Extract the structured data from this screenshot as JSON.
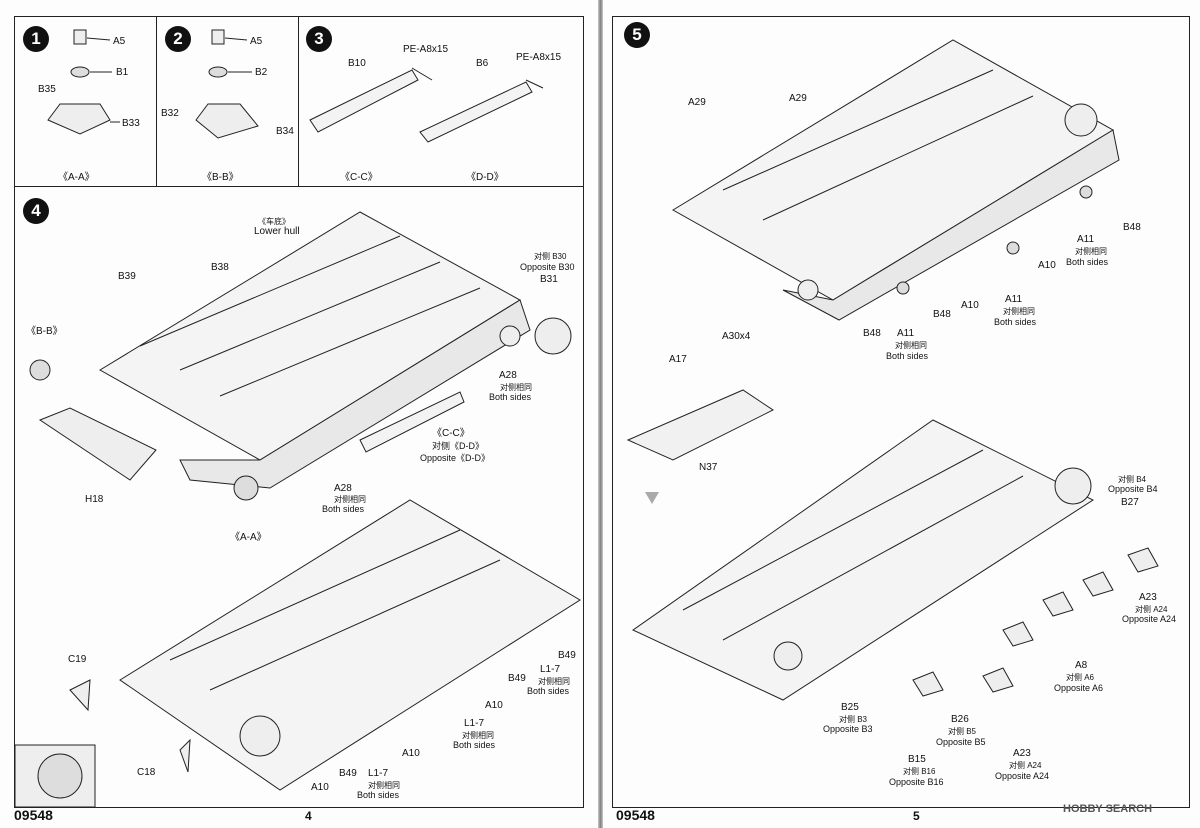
{
  "left_page": {
    "step1": {
      "num": "1",
      "parts": {
        "a5": "A5",
        "b1": "B1",
        "b35": "B35",
        "b33": "B33"
      },
      "caption": "《A-A》"
    },
    "step2": {
      "num": "2",
      "parts": {
        "a5": "A5",
        "b2": "B2",
        "b32": "B32",
        "b34": "B34"
      },
      "caption": "《B-B》"
    },
    "step3": {
      "num": "3",
      "parts": {
        "b10": "B10",
        "pe1": "PE-A8x15",
        "b6": "B6",
        "pe2": "PE-A8x15"
      },
      "caption_c": "《C-C》",
      "caption_d": "《D-D》"
    },
    "step4": {
      "num": "4",
      "lower_hull_cn": "《车底》",
      "lower_hull": "Lower hull",
      "b39": "B39",
      "b38": "B38",
      "b30_cn": "对侧 B30",
      "b30_en": "Opposite B30",
      "b31": "B31",
      "bb": "《B-B》",
      "a28_top": "A28",
      "a28_top_cn": "对侧相同",
      "a28_top_en": "Both sides",
      "cc": "《C-C》",
      "dd_cn": "对侧《D-D》",
      "dd_en": "Opposite《D-D》",
      "h18": "H18",
      "a28": "A28",
      "a28_cn": "对侧相同",
      "a28_en": "Both sides",
      "aa": "《A-A》",
      "c19": "C19",
      "b49_r": "B49",
      "l17_r": "L1-7",
      "l17_r_cn": "对侧相同",
      "l17_r_en": "Both sides",
      "b49_m": "B49",
      "a10_r": "A10",
      "l17_m": "L1-7",
      "l17_m_cn": "对侧相同",
      "l17_m_en": "Both sides",
      "a10_m": "A10",
      "c18": "C18",
      "a10_b": "A10",
      "b49_b": "B49",
      "l17_b": "L1-7",
      "l17_b_cn": "对侧相同",
      "l17_b_en": "Both sides"
    },
    "code": "09548",
    "page_no": "4"
  },
  "right_page": {
    "step5": {
      "num": "5",
      "a29_l": "A29",
      "a29_r": "A29",
      "b48_r": "B48",
      "a11_r": "A11",
      "a11_r_cn": "对侧相同",
      "a11_r_en": "Both sides",
      "a10_r": "A10",
      "a11_m": "A11",
      "a11_m_cn": "对侧相同",
      "a11_m_en": "Both sides",
      "a10_m": "A10",
      "b48_m": "B48",
      "b48_l": "B48",
      "a11_l": "A11",
      "a11_l_cn": "对侧相同",
      "a11_l_en": "Both sides",
      "a17": "A17",
      "a30": "A30x4",
      "n37": "N37",
      "b4_cn": "对侧 B4",
      "b4_en": "Opposite B4",
      "b27": "B27",
      "a23_r": "A23",
      "a23_r_cn": "对侧 A24",
      "a23_r_en": "Opposite A24",
      "a8": "A8",
      "a8_cn": "对侧 A6",
      "a8_en": "Opposite A6",
      "b25": "B25",
      "b25_cn": "对侧 B3",
      "b25_en": "Opposite B3",
      "b26": "B26",
      "b26_cn": "对侧 B5",
      "b26_en": "Opposite B5",
      "a23_b": "A23",
      "a23_b_cn": "对侧 A24",
      "a23_b_en": "Opposite A24",
      "b15": "B15",
      "b15_cn": "对侧 B16",
      "b15_en": "Opposite B16"
    },
    "code": "09548",
    "page_no": "5",
    "watermark": "HOBBY SEARCH"
  }
}
